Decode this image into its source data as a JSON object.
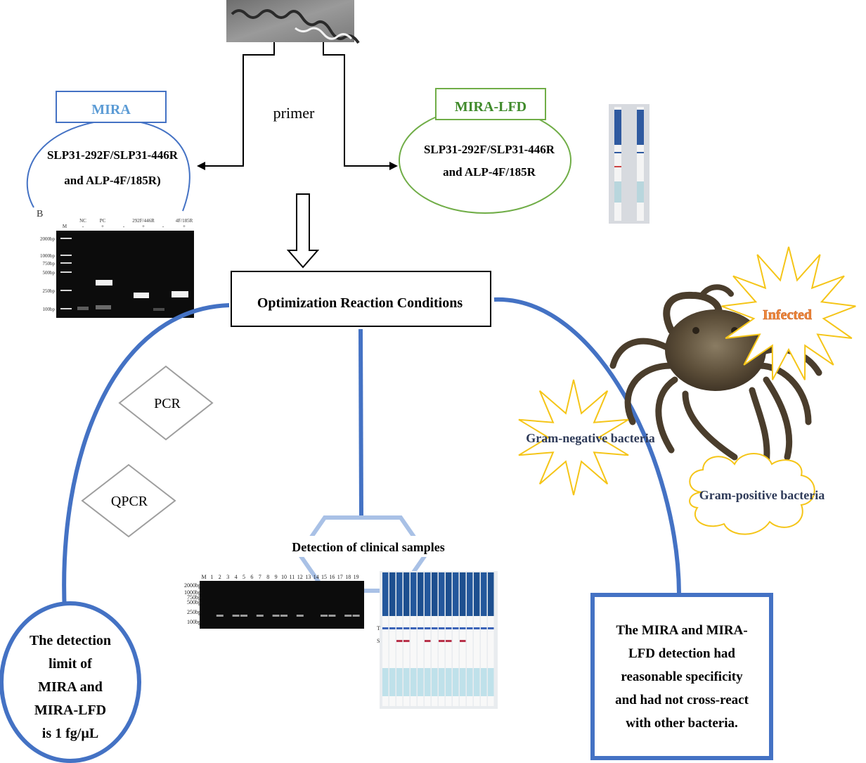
{
  "header_box": {
    "label": "MIRA"
  },
  "mira": {
    "title": "MIRA",
    "line1": "SLP31-292F/SLP31-446R",
    "line2": "and ALP-4F/185R)"
  },
  "mira_lfd": {
    "title": "MIRA-LFD",
    "line1": "SLP31-292F/SLP31-446R",
    "line2": "and ALP-4F/185R"
  },
  "primer_label": "primer",
  "optimization_label": "Optimization Reaction Conditions",
  "pcr_label": "PCR",
  "qpcr_label": "QPCR",
  "clinical_label": "Detection of clinical samples",
  "gram_negative_label": "Gram-negative bacteria",
  "gram_positive_label": "Gram-positive bacteria",
  "infected_label": "Infected",
  "detection_limit": {
    "line1": "The detection",
    "line2": "limit of",
    "line3": "MIRA and",
    "line4": "MIRA-LFD",
    "line5": "is 1 fg/µL"
  },
  "specificity": {
    "line1": "The MIRA and MIRA-",
    "line2": "LFD detection had",
    "line3": "reasonable specificity",
    "line4": "and had not cross-react",
    "line5": "with other bacteria."
  },
  "gel_top": {
    "panel_letter": "B",
    "lane_labels": [
      "M",
      "NC",
      "-",
      "PC",
      "+",
      "-",
      "292F/446R",
      "+",
      "-",
      "4F/185R",
      "+"
    ],
    "ladder": [
      "2000bp",
      "1000bp",
      "750bp",
      "500bp",
      "250bp",
      "100bp"
    ]
  },
  "gel_bottom": {
    "lane_labels": [
      "M",
      "1",
      "2",
      "3",
      "4",
      "5",
      "6",
      "7",
      "8",
      "9",
      "10",
      "11",
      "12",
      "13",
      "14",
      "15",
      "16",
      "17",
      "18",
      "19"
    ],
    "ladder": [
      "2000bp",
      "1000bp",
      "750bp",
      "500bp",
      "250bp",
      "100bp"
    ]
  },
  "strip_marks": {
    "control": "T",
    "test": "S"
  },
  "colors": {
    "blue_main": "#4472c4",
    "blue_light": "#a9c1e6",
    "mira_title": "#5b9bd5",
    "green": "#70ad47",
    "green_title": "#3f8a2a",
    "star": "#f5c518",
    "infected_text": "#f08a3c",
    "gram_text": "#2f3b59"
  }
}
